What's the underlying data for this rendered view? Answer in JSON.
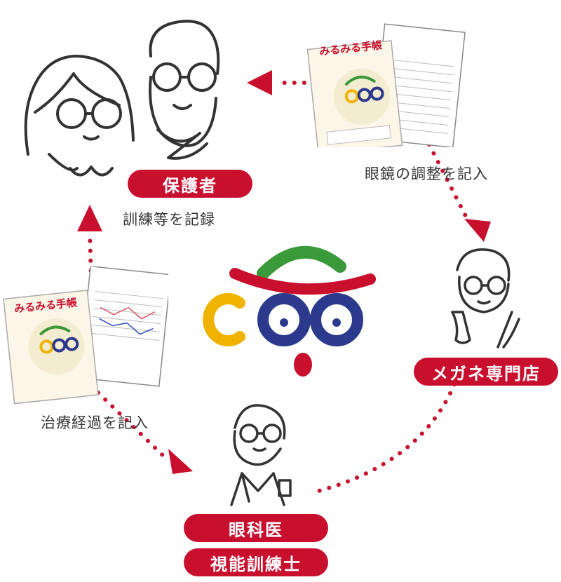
{
  "nodes": {
    "guardian": "保護者",
    "optician": "メガネ専門店",
    "ophthalmologist": "眼科医",
    "orthoptist": "視能訓練士"
  },
  "annotations": {
    "guardian_note": "訓練等を記録",
    "optician_note": "眼鏡の調整を記入",
    "doctor_note": "治療経過を記入"
  },
  "booklet": {
    "title": "みるみる手帳",
    "subtitle": "みるみる伸ばそう、みる力"
  },
  "logo": {
    "text": "COO"
  },
  "colors": {
    "accent_red": "#c8102e",
    "logo_green": "#3a9a3a",
    "logo_yellow": "#f0b400",
    "logo_blue": "#2b3a8c"
  }
}
